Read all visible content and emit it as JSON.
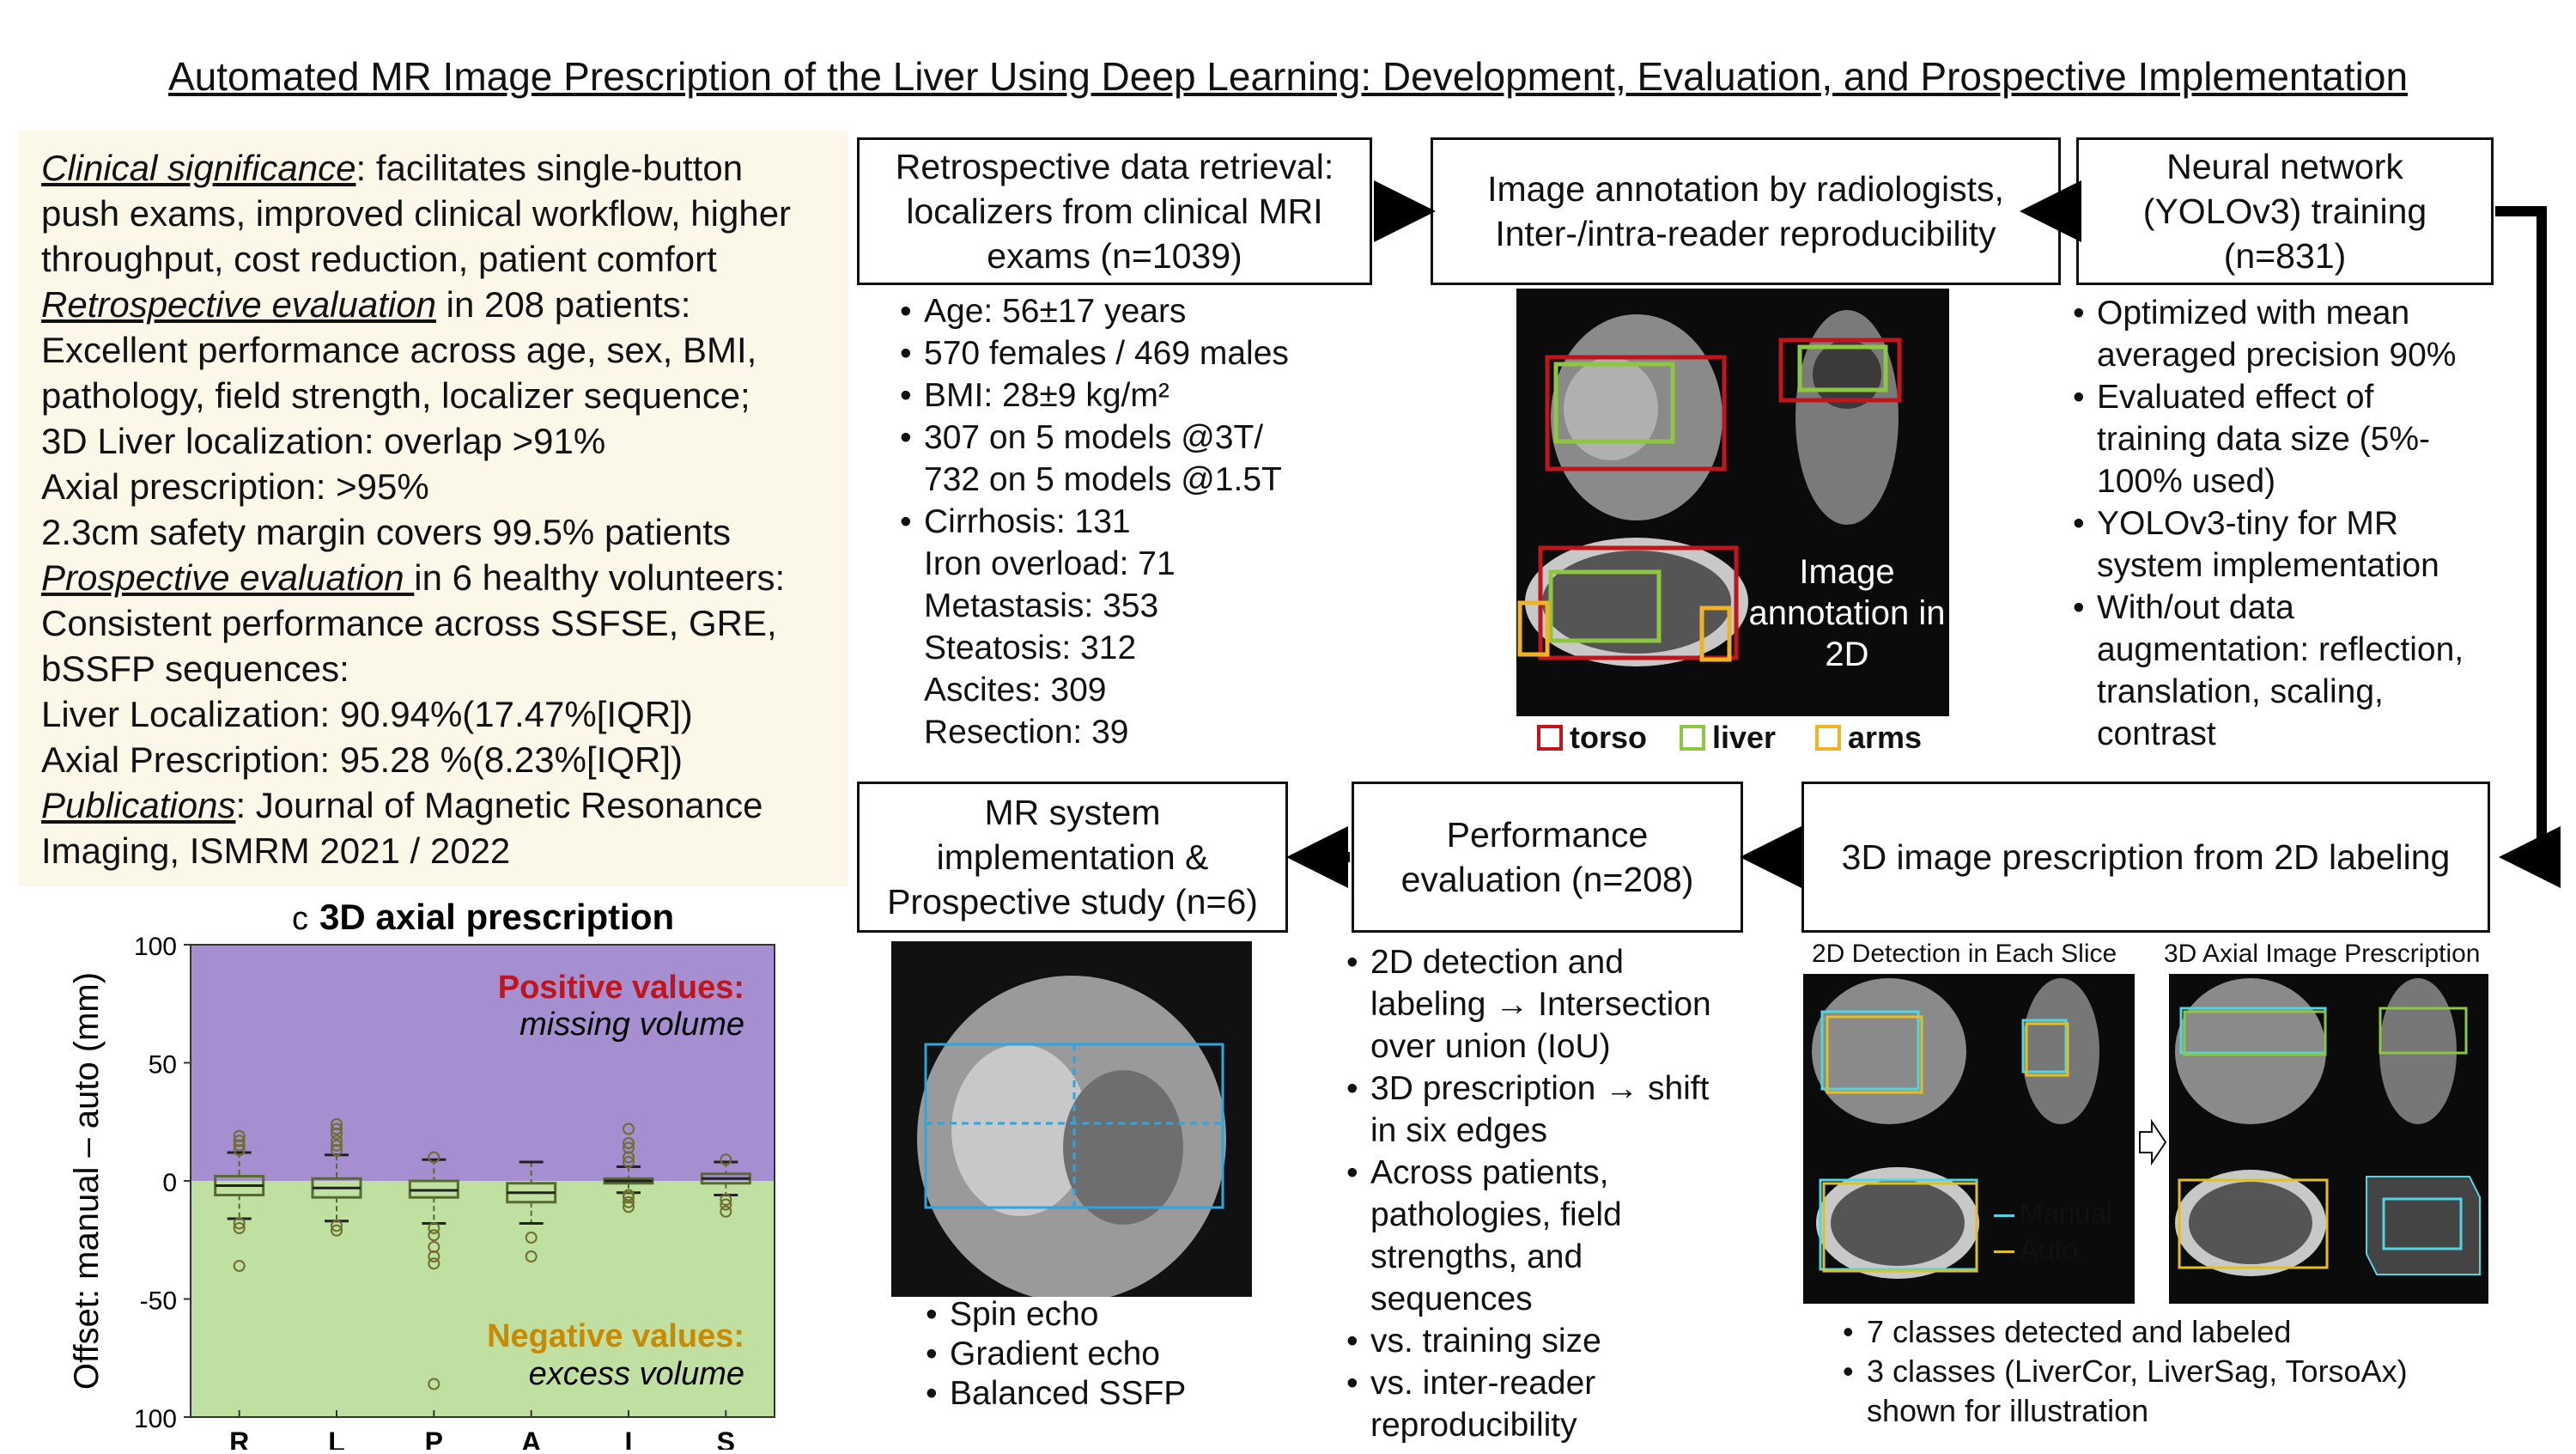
{
  "title": "Automated MR Image Prescription of the Liver Using Deep Learning: Development, Evaluation, and Prospective Implementation",
  "summary": {
    "lines": [
      {
        "lead": "Clinical significance",
        "rest": ": facilitates single-button"
      },
      {
        "text": "push exams, improved clinical workflow, higher"
      },
      {
        "text": "throughput, cost reduction, patient comfort"
      },
      {
        "lead": "Retrospective evaluation",
        "rest": " in 208 patients:"
      },
      {
        "text": "Excellent performance across age, sex, BMI,"
      },
      {
        "text": "pathology, field strength, localizer sequence;"
      },
      {
        "text": "3D Liver localization: overlap >91%"
      },
      {
        "text": "Axial prescription: >95%"
      },
      {
        "text": "2.3cm safety margin covers 99.5% patients"
      },
      {
        "lead": "Prospective evaluation ",
        "rest": "in 6 healthy volunteers:"
      },
      {
        "text": "Consistent performance across SSFSE, GRE,"
      },
      {
        "text": "bSSFP sequences:"
      },
      {
        "text": "Liver Localization: 90.94%(17.47%[IQR])"
      },
      {
        "text": "Axial Prescription: 95.28 %(8.23%[IQR])"
      },
      {
        "lead": "Publications",
        "rest": ": Journal of Magnetic Resonance"
      },
      {
        "text": "Imaging, ISMRM 2021 / 2022"
      }
    ]
  },
  "steps": {
    "retrieval": "Retrospective data retrieval: localizers from clinical MRI exams (n=1039)",
    "annotation": "Image annotation by radiologists, Inter-/intra-reader reproducibility",
    "training": "Neural network (YOLOv3) training (n=831)",
    "prescription3d": "3D image prescription from 2D labeling",
    "performance": "Performance evaluation (n=208)",
    "implementation": "MR system implementation & Prospective study (n=6)"
  },
  "retrieval_bullets": [
    {
      "t": "Age: 56±17 years",
      "b": true
    },
    {
      "t": "570 females / 469 males",
      "b": true
    },
    {
      "t": "BMI: 28±9 kg/m²",
      "b": true
    },
    {
      "t": "307 on 5 models @3T/",
      "b": true
    },
    {
      "t": "732 on 5 models @1.5T",
      "b": false
    },
    {
      "t": "Cirrhosis: 131",
      "b": true
    },
    {
      "t": "Iron overload: 71",
      "b": false
    },
    {
      "t": "Metastasis: 353",
      "b": false
    },
    {
      "t": "Steatosis: 312",
      "b": false
    },
    {
      "t": "Ascites: 309",
      "b": false
    },
    {
      "t": "Resection: 39",
      "b": false
    }
  ],
  "annotation_image": {
    "caption": "Image annotation in 2D",
    "legend": [
      {
        "label": "torso",
        "color": "#c0151b"
      },
      {
        "label": "liver",
        "color": "#8dc63f"
      },
      {
        "label": "arms",
        "color": "#f0b323"
      }
    ]
  },
  "training_bullets": [
    {
      "t": "Optimized with mean",
      "b": true
    },
    {
      "t": "averaged precision 90%",
      "b": false
    },
    {
      "t": "Evaluated effect of",
      "b": true
    },
    {
      "t": "training data size (5%-",
      "b": false
    },
    {
      "t": "100% used)",
      "b": false
    },
    {
      "t": "YOLOv3-tiny for MR",
      "b": true
    },
    {
      "t": "system implementation",
      "b": false
    },
    {
      "t": "With/out data",
      "b": true
    },
    {
      "t": "augmentation: reflection,",
      "b": false
    },
    {
      "t": "translation, scaling,",
      "b": false
    },
    {
      "t": "contrast",
      "b": false
    }
  ],
  "performance_bullets": [
    {
      "t": "2D detection and",
      "b": true
    },
    {
      "t": "labeling → Intersection",
      "b": false
    },
    {
      "t": "over union (IoU)",
      "b": false
    },
    {
      "t": "3D prescription → shift",
      "b": true
    },
    {
      "t": "in six edges",
      "b": false
    },
    {
      "t": "Across patients,",
      "b": true
    },
    {
      "t": "pathologies, field",
      "b": false
    },
    {
      "t": "strengths, and",
      "b": false
    },
    {
      "t": "sequences",
      "b": false
    },
    {
      "t": "vs. training size",
      "b": true
    },
    {
      "t": "vs. inter-reader",
      "b": true
    },
    {
      "t": "reproducibility",
      "b": false
    }
  ],
  "implementation_bullets": [
    {
      "t": "Spin echo",
      "b": true
    },
    {
      "t": "Gradient echo",
      "b": true
    },
    {
      "t": "Balanced SSFP",
      "b": true
    }
  ],
  "prescription_panel": {
    "left_title": "2D Detection in Each Slice",
    "right_title": "3D Axial Image Prescription",
    "legend": [
      {
        "label": "Manual",
        "color": "#4fd6e0"
      },
      {
        "label": "Auto",
        "color": "#e0c020"
      }
    ],
    "bullets": [
      {
        "t": "7 classes detected and labeled",
        "b": true
      },
      {
        "t": "3 classes (LiverCor, LiverSag, TorsoAx)",
        "b": true
      },
      {
        "t": "shown for illustration",
        "b": false
      }
    ]
  },
  "chart_data": {
    "type": "box",
    "panel_label": "c",
    "title": "3D axial prescription",
    "ylabel": "Offset: manual – auto (mm)",
    "ylim": [
      -100,
      100
    ],
    "yticks": [
      100,
      50,
      0,
      -50,
      100
    ],
    "ytick_labels": [
      "100",
      "50",
      "0",
      "-50",
      "100"
    ],
    "categories": [
      "R",
      "L",
      "P",
      "A",
      "I",
      "S"
    ],
    "positive_region": {
      "title": "Positive values:",
      "subtitle": "missing volume",
      "color": "#a58fd0"
    },
    "negative_region": {
      "title": "Negative values:",
      "subtitle": "excess volume",
      "color": "#bfe0a0"
    },
    "boxes": [
      {
        "q1": -6,
        "median": -2,
        "q3": 2,
        "whisker_low": -16,
        "whisker_high": 12,
        "outliers": [
          13,
          15,
          17,
          19,
          -18,
          -20,
          -36
        ]
      },
      {
        "q1": -7,
        "median": -3,
        "q3": 1,
        "whisker_low": -17,
        "whisker_high": 11,
        "outliers": [
          13,
          15,
          17,
          20,
          22,
          24,
          -19,
          -21
        ]
      },
      {
        "q1": -7,
        "median": -4,
        "q3": 0,
        "whisker_low": -18,
        "whisker_high": 9,
        "outliers": [
          10,
          -20,
          -23,
          -28,
          -32,
          -35,
          -86
        ]
      },
      {
        "q1": -9,
        "median": -5,
        "q3": -1,
        "whisker_low": -18,
        "whisker_high": 8,
        "outliers": [
          -24,
          -32
        ]
      },
      {
        "q1": -1,
        "median": 0,
        "q3": 1,
        "whisker_low": -5,
        "whisker_high": 6,
        "outliers": [
          8,
          10,
          14,
          16,
          22,
          -6,
          -7,
          -9,
          -11
        ]
      },
      {
        "q1": -1,
        "median": 1,
        "q3": 3,
        "whisker_low": -6,
        "whisker_high": 8,
        "outliers": [
          9,
          -8,
          -10,
          -13
        ]
      }
    ],
    "box_color": "#556b2f",
    "outlier_color": "#6e6e2f"
  }
}
